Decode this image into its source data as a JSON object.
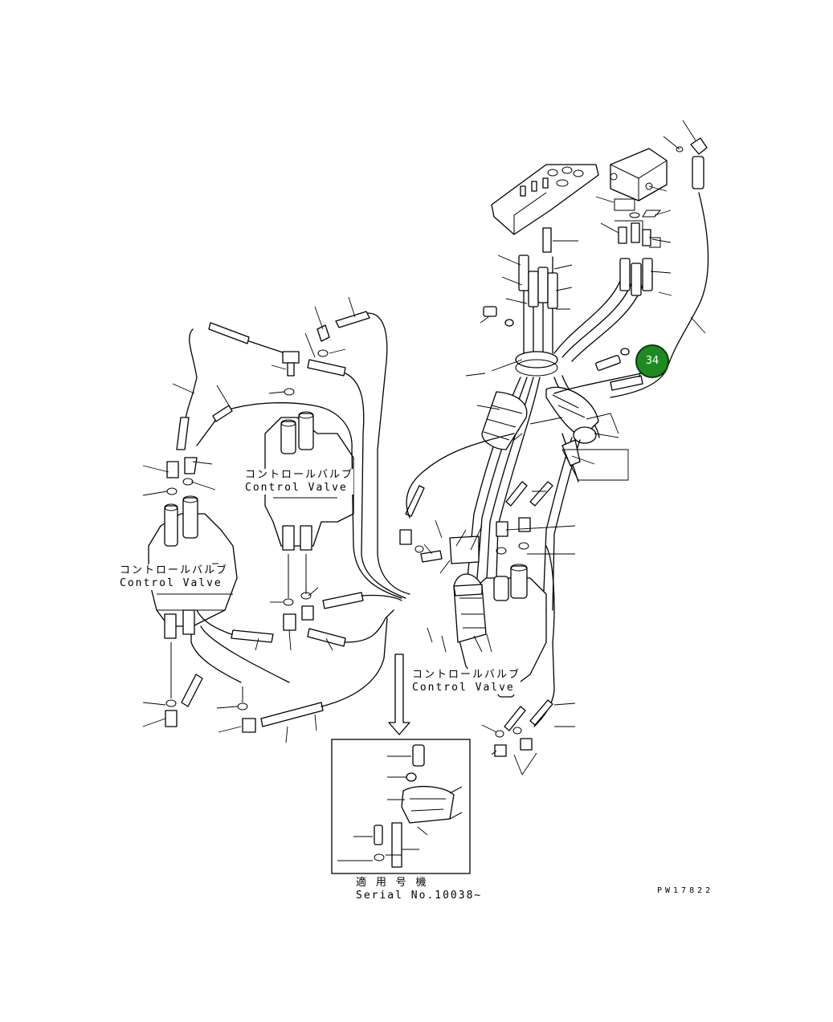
{
  "labels": {
    "cv_jp": "コントロールバルブ",
    "cv_en": "Control Valve",
    "serial_jp": "適 用 号 機",
    "serial_en": "Serial No.10038~",
    "drawing_code": "PW17822"
  },
  "callouts": [
    {
      "number": "34",
      "color": "#1f8a1f"
    }
  ]
}
